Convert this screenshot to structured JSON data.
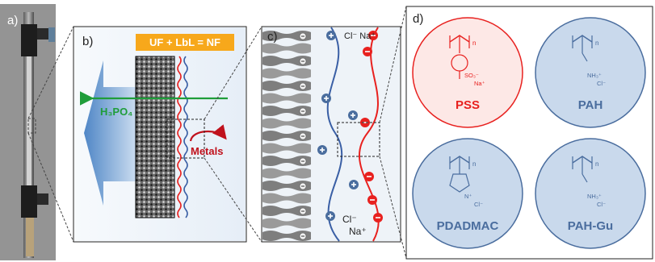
{
  "panels": {
    "a": {
      "label": "a)"
    },
    "b": {
      "label": "b)",
      "equation": "UF + LbL = NF",
      "acid": "H₃PO₄",
      "metals": "Metals"
    },
    "c": {
      "label": "c)",
      "top_ions": "Cl⁻ Na⁺",
      "bottom_cl": "Cl⁻",
      "bottom_na": "Na⁺"
    },
    "d": {
      "label": "d)",
      "polymers": [
        {
          "name": "PSS",
          "charge": "anionic",
          "subscript": "n",
          "group1": "SO₃⁻",
          "group2": "Na⁺"
        },
        {
          "name": "PAH",
          "charge": "cationic",
          "subscript": "n",
          "group1": "NH₃⁺",
          "group2": "Cl⁻"
        },
        {
          "name": "PDADMAC",
          "charge": "cationic",
          "subscript": "n",
          "group1": "N⁺",
          "group2": "Cl⁻"
        },
        {
          "name": "PAH-Gu",
          "charge": "cationic",
          "subscript": "n",
          "group1": "NH₃⁺",
          "group2": "Cl⁻"
        }
      ]
    }
  },
  "colors": {
    "anionic": "#e8211f",
    "cationic": "#4a6d9e",
    "accent_yellow": "#f7a81b",
    "acid_arrow": "#1f9d3a",
    "metals_arrow": "#c0111c"
  }
}
